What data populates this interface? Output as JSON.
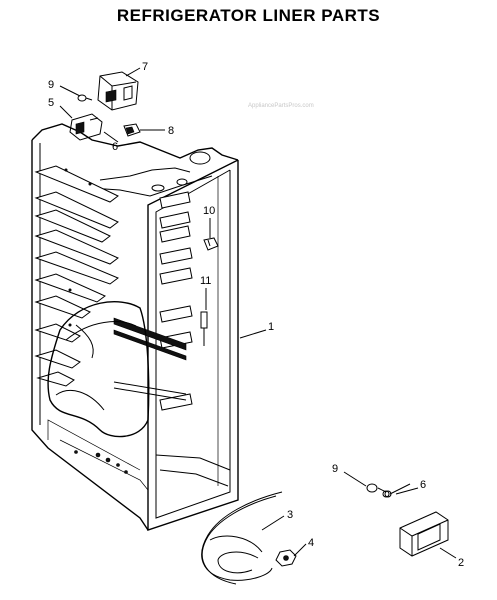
{
  "diagram": {
    "title": "REFRIGERATOR LINER PARTS",
    "watermark": "AppliancePartsPros.com",
    "callouts": [
      "7",
      "9",
      "5",
      "6",
      "8",
      "10",
      "11",
      "1",
      "9",
      "6",
      "3",
      "4",
      "2"
    ]
  }
}
